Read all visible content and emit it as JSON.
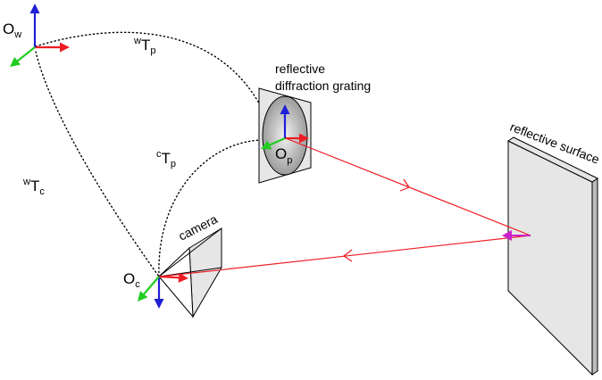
{
  "frames": {
    "world": {
      "letter": "O",
      "sub": "w"
    },
    "projector": {
      "letter": "O",
      "sub": "p"
    },
    "camera": {
      "letter": "O",
      "sub": "c"
    }
  },
  "transforms": {
    "world_projector": {
      "sup": "w",
      "main": "T",
      "sub": "p"
    },
    "camera_projector": {
      "sup": "c",
      "main": "T",
      "sub": "p"
    },
    "world_camera": {
      "sup": "w",
      "main": "T",
      "sub": "c"
    }
  },
  "labels": {
    "grating_line1": "reflective",
    "grating_line2": "diffraction grating",
    "surface": "reflective surface",
    "camera": "camera"
  },
  "colors": {
    "axis_x": "#ee1c24",
    "axis_y": "#1f1fd6",
    "axis_z": "#22cc22",
    "ray": "#ee1c24",
    "reflection_arrow": "#cc22cc",
    "panel_light": "#e6e6e6",
    "panel_dark": "#bdbdbd"
  }
}
